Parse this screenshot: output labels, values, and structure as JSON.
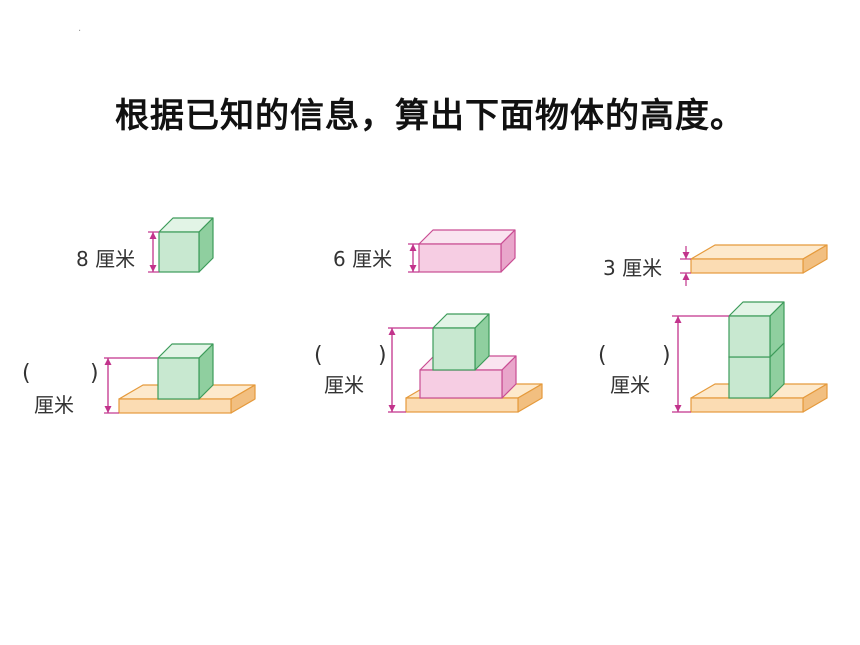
{
  "title": "根据已知的信息，算出下面物体的高度。",
  "dot": "·",
  "labels": {
    "cube_height": "8 厘米",
    "rect_height": "6 厘米",
    "board_height": "3 厘米",
    "paren_open": "(",
    "paren_close": ")",
    "unit": "厘米"
  },
  "colors": {
    "cube_front": "#c8e8d0",
    "cube_top": "#e2f4e6",
    "cube_side": "#8fcf9f",
    "cube_stroke": "#3d9b5a",
    "pink_front": "#f6cde3",
    "pink_top": "#fae4f0",
    "pink_side": "#e9a6cb",
    "pink_stroke": "#c94d93",
    "board_front": "#fbdcb3",
    "board_top": "#fde9cc",
    "board_side": "#f2bf80",
    "board_stroke": "#e59a3c",
    "measure": "#c2338c"
  }
}
